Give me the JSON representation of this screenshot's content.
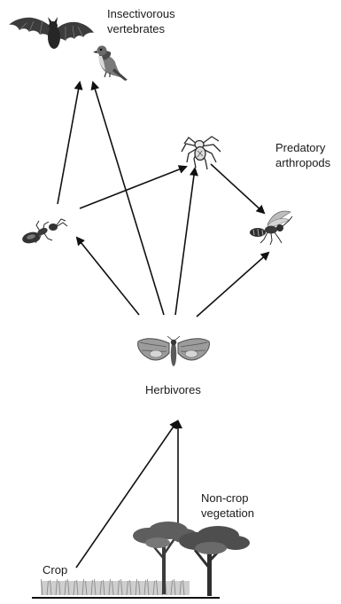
{
  "labels": {
    "insectivorous_vertebrates": "Insectivorous\nvertebrates",
    "predatory_arthropods": "Predatory\narthropods",
    "herbivores": "Herbivores",
    "non_crop_vegetation": "Non-crop\nvegetation",
    "crop": "Crop"
  },
  "icons": {
    "bat": "bat-icon",
    "bird": "bird-icon",
    "spider": "spider-icon",
    "ant": "ant-icon",
    "wasp": "wasp-icon",
    "moth": "moth-icon",
    "trees": "tree-icon",
    "crop": "crop-field-icon"
  },
  "links": [
    {
      "from": "Crop",
      "to": "Herbivores"
    },
    {
      "from": "Non-crop vegetation",
      "to": "Herbivores"
    },
    {
      "from": "Herbivores",
      "to": "Ant"
    },
    {
      "from": "Herbivores",
      "to": "Insectivorous vertebrates"
    },
    {
      "from": "Herbivores",
      "to": "Spider"
    },
    {
      "from": "Herbivores",
      "to": "Wasp"
    },
    {
      "from": "Ant",
      "to": "Insectivorous vertebrates"
    },
    {
      "from": "Ant",
      "to": "Spider"
    },
    {
      "from": "Spider",
      "to": "Wasp"
    }
  ]
}
